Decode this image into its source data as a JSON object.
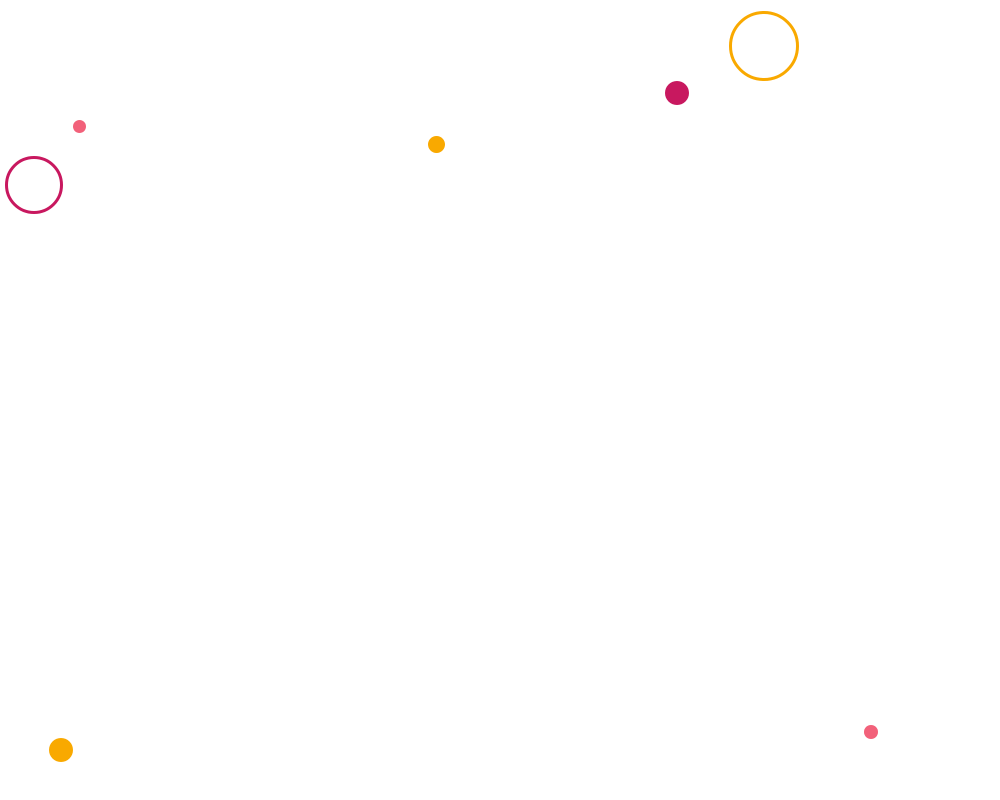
{
  "palette": {
    "background": "#ffffff",
    "magenta": "#C8185F",
    "pink": "#F2617A",
    "amber": "#F9A900"
  },
  "decorations": [
    {
      "id": "ring-amber",
      "shape": "ring",
      "color": "#F9A900"
    },
    {
      "id": "dot-magenta",
      "shape": "dot",
      "color": "#C8185F"
    },
    {
      "id": "dot-pink-small",
      "shape": "dot",
      "color": "#F2617A"
    },
    {
      "id": "dot-amber-small",
      "shape": "dot",
      "color": "#F9A900"
    },
    {
      "id": "ring-magenta",
      "shape": "ring",
      "color": "#C8185F"
    },
    {
      "id": "dot-amber-bottom",
      "shape": "dot",
      "color": "#F9A900"
    },
    {
      "id": "dot-pink-bottom",
      "shape": "dot",
      "color": "#F2617A"
    }
  ]
}
